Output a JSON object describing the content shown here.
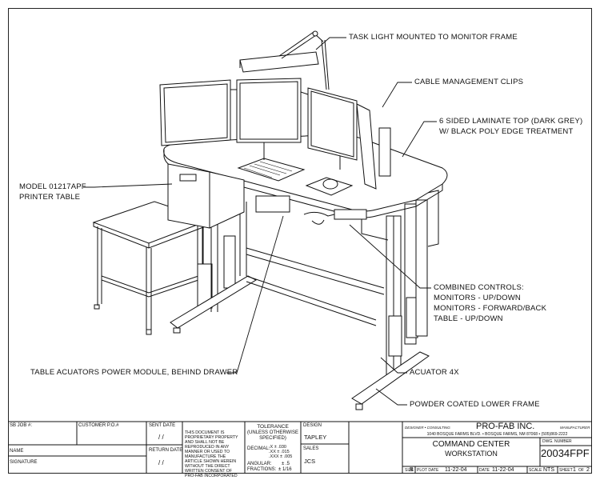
{
  "callouts": {
    "task_light": "TASK LIGHT MOUNTED TO MONITOR FRAME",
    "cable_clips": "CABLE MANAGEMENT CLIPS",
    "top_line1": "6 SIDED LAMINATE TOP (DARK GREY)",
    "top_line2": "W/ BLACK POLY EDGE TREATMENT",
    "printer_line1": "MODEL 01217APF",
    "printer_line2": "PRINTER TABLE",
    "controls_title": "COMBINED CONTROLS:",
    "controls_line1": "MONITORS - UP/DOWN",
    "controls_line2": "MONITORS - FORWARD/BACK",
    "controls_line3": "TABLE - UP/DOWN",
    "power_module": "TABLE ACUATORS POWER MODULE, BEHIND DRAWER",
    "actuator": "ACUATOR 4X",
    "lower_frame": "POWDER COATED LOWER FRAME"
  },
  "title_block": {
    "sb_job": "SB JOB #:",
    "customer_po": "CUSTOMER P.O.#",
    "name": "NAME",
    "signature": "SIGNATURE",
    "sent_date": "SENT DATE",
    "return_date": "RETURN DATE",
    "date_blank": "/ /",
    "proprietary": "THIS DOCUMENT IS PROPRIETARY PROPERTY AND SHALL NOT BE REPRODUCED IN ANY MANNER OR USED TO MANUFACTURE THE ARTICLE SHOWN HEREIN WITHOUT THE DIRECT WRITTEN CONSENT OF PRO-FAB INCORPORATED",
    "tolerance_title": "TOLERANCE",
    "tolerance_sub1": "(UNLESS OTHERWISE",
    "tolerance_sub2": "SPECIFIED)",
    "decimal_label": "DECIMAL:",
    "dec_x": ".X ± .030",
    "dec_xx": ".XX ± .015",
    "dec_xxx": ".XXX ± .005",
    "angular_label": "ANGULAR:",
    "angular_val": "± .5",
    "fraction_label": "FRACTIONS:",
    "fraction_val": "± 1/16",
    "design_label": "DESIGN",
    "design_value": "TAPLEY",
    "sales_label": "SALES",
    "sales_value": "JCS",
    "designer_caption": "DESIGNER • CONSULTING",
    "manufacturer_caption": "MANUFACTURER",
    "company": "PRO-FAB INC.",
    "address": "1040 BOSQUE FARMS BLVD. • BOSQUE FARMS, NM 87068 • (505)869-2222",
    "drawing_title1": "COMMAND CENTER",
    "drawing_title2": "WORKSTATION",
    "dwg_number_label": "DWG. NUMBER",
    "dwg_number": "20034FPF",
    "size_label": "SIZE",
    "size_value": "B",
    "plot_date_label": "PLOT DATE",
    "plot_date": "11-22-04",
    "date_label": "DATE",
    "date_value": "11-22-04",
    "scale_label": "SCALE",
    "scale_value": "NTS",
    "sheet_label": "SHEET",
    "sheet_value": "1",
    "sheet_of": "OF",
    "sheet_total": "2"
  }
}
